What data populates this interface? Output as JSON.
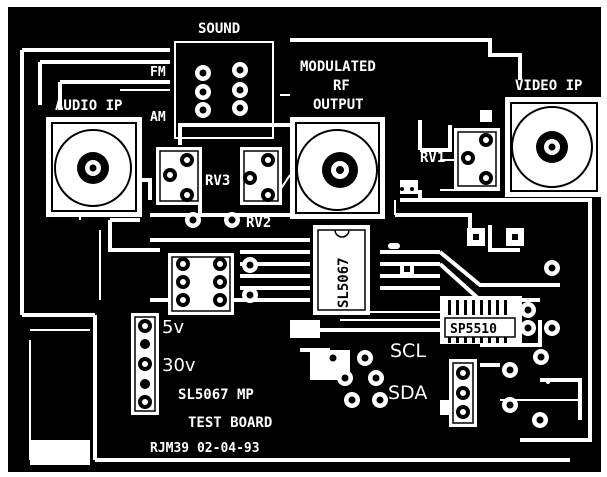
{
  "labels": {
    "sound": "SOUND",
    "fm": "FM",
    "am": "AM",
    "modulated": "MODULATED",
    "rf": "RF",
    "output": "OUTPUT",
    "audio_ip": "AUDIO IP",
    "video_ip": "VIDEO IP",
    "rv1": "RV1",
    "rv2": "RV2",
    "rv3": "RV3",
    "sl5067": "SL5067",
    "sp5510": "SP5510",
    "v5": "5v",
    "v30": "30v",
    "scl": "SCL",
    "sda": "SDA",
    "board_title_1": "SL5067 MP",
    "board_title_2": "TEST BOARD",
    "board_credit": "RJM39  02-04-93"
  },
  "colors": {
    "copper": "#000000",
    "substrate": "#ffffff"
  }
}
